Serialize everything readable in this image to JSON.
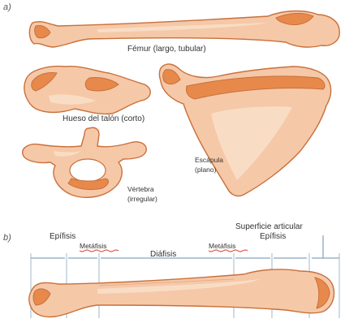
{
  "panels": {
    "a": "a)",
    "b": "b)"
  },
  "bones": {
    "femur": "Fémur (largo, tubular)",
    "talus": "Hueso del talón (corto)",
    "scapula_name": "Escápula",
    "scapula_type": "(plano)",
    "vertebra_name": "Vértebra",
    "vertebra_type": "(irregular)"
  },
  "regions": {
    "epiphysis_left": "Epífisis",
    "metaphysis_left": "Metáfisis",
    "diaphysis": "Diáfisis",
    "metaphysis_right": "Metáfisis",
    "articular_surface": "Superficie articular",
    "epiphysis_right": "Epífisis"
  },
  "colors": {
    "bone_fill": "#f5c8a8",
    "bone_dark": "#e8894c",
    "bone_outline": "#c9703a",
    "dimension_lines": "#6a8fb0"
  }
}
